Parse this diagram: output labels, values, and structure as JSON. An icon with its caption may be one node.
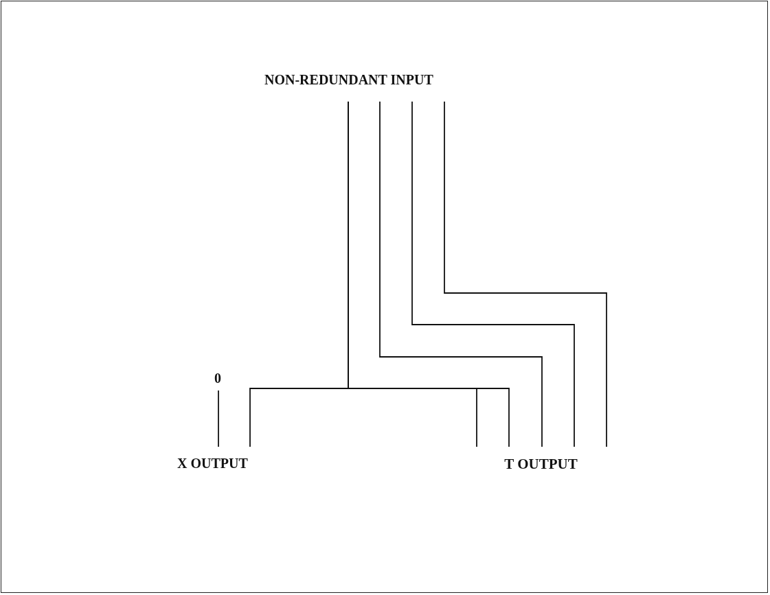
{
  "diagram": {
    "nodes": [
      {
        "text": [
          "NON-REDUNDANT INPUT"
        ]
      },
      {
        "text": [
          "0"
        ]
      },
      {
        "text": [
          "X OUTPUT"
        ]
      },
      {
        "text": [
          "T OUTPUT"
        ]
      }
    ],
    "edges": [
      {
        "from": 0,
        "to": 2,
        "arrow": "none"
      },
      {
        "from": 0,
        "to": 3,
        "arrow": "none"
      },
      {
        "from": 0,
        "to": 3,
        "arrow": "none"
      },
      {
        "from": 0,
        "to": 3,
        "arrow": "none"
      },
      {
        "from": 0,
        "to": 3,
        "arrow": "none"
      },
      {
        "from": 0,
        "to": 3,
        "arrow": "none"
      },
      {
        "from": 1,
        "to": 2,
        "arrow": "none"
      }
    ]
  }
}
